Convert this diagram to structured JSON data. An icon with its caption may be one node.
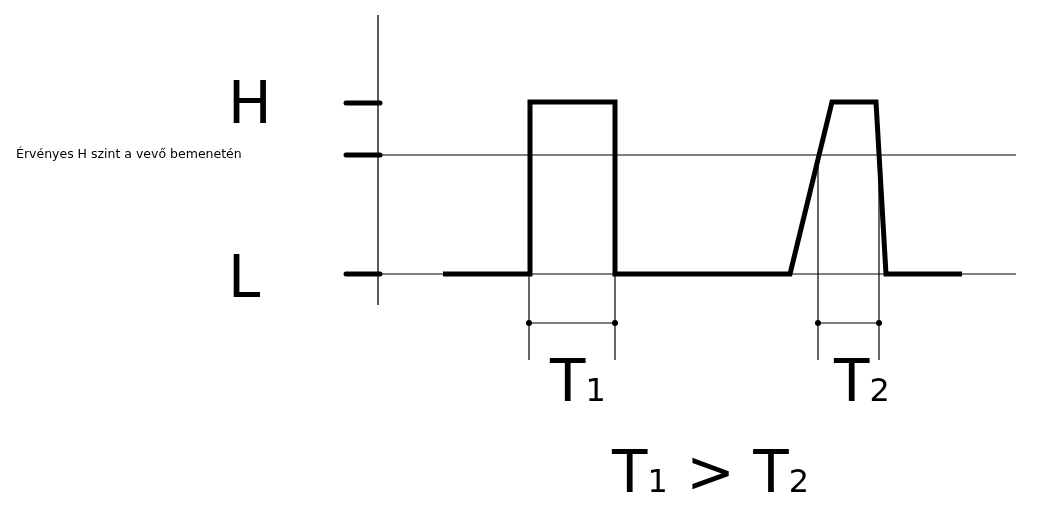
{
  "diagram": {
    "labels": [
      "H",
      "Érvényes H szint a vevő bemenetén",
      "L",
      "T$_{1}$",
      "T$_{2}$",
      "T$_{1}$ > T$_{2}$"
    ]
  }
}
